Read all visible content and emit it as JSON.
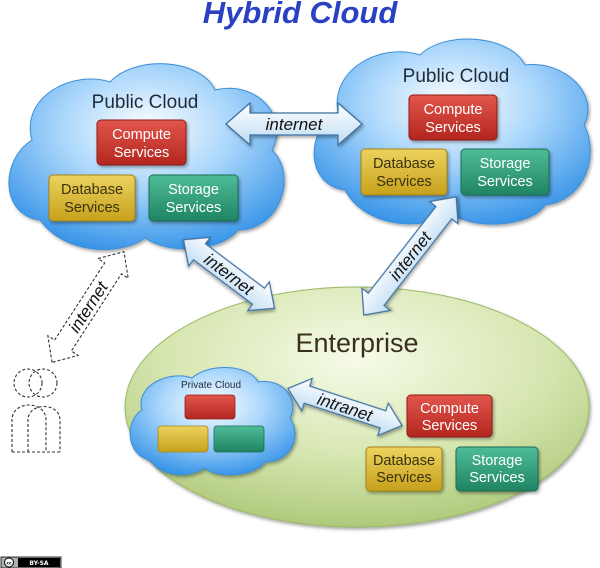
{
  "title": "Hybrid Cloud",
  "public_cloud_left": {
    "label": "Public Cloud",
    "compute": [
      "Compute",
      "Services"
    ],
    "database": [
      "Database",
      "Services"
    ],
    "storage": [
      "Storage",
      "Services"
    ]
  },
  "public_cloud_right": {
    "label": "Public Cloud",
    "compute": [
      "Compute",
      "Services"
    ],
    "database": [
      "Database",
      "Services"
    ],
    "storage": [
      "Storage",
      "Services"
    ]
  },
  "enterprise": {
    "label": "Enterprise",
    "private_cloud_label": "Private Cloud",
    "compute": [
      "Compute",
      "Services"
    ],
    "database": [
      "Database",
      "Services"
    ],
    "storage": [
      "Storage",
      "Services"
    ]
  },
  "links": {
    "top": "internet",
    "left_to_enterprise": "internet",
    "right_to_enterprise": "internet",
    "user": "internet",
    "private_to_services": "intranet"
  },
  "license": "BY-SA",
  "colors": {
    "title": "#2a41c4",
    "cloud": "#4ca6f0",
    "compute": "#c8342c",
    "database": "#d6b32a",
    "storage": "#2c9a78",
    "enterprise": "#b9d08a",
    "arrow": "#ddeefb"
  }
}
